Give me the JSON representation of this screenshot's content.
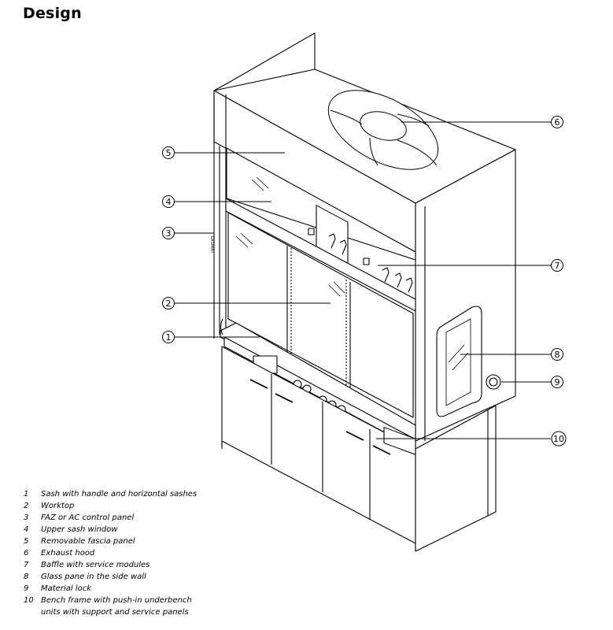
{
  "title": "Design",
  "legend": [
    {
      "number": "1",
      "text": "Sash with handle and horizontal sashes"
    },
    {
      "number": "2",
      "text": "Worktop"
    },
    {
      "number": "3",
      "text": "FAZ or AC control panel"
    },
    {
      "number": "4",
      "text": "Upper sash window"
    },
    {
      "number": "5",
      "text": "Removable fascia panel"
    },
    {
      "number": "6",
      "text": "Exhaust hood"
    },
    {
      "number": "7",
      "text": "Baffle with service modules"
    },
    {
      "number": "8",
      "text": "Glass pane in the side wall"
    },
    {
      "number": "9",
      "text": "Material lock"
    },
    {
      "number": "10",
      "text": "Bench frame with push-in underbench\nunits with support and service panels"
    }
  ],
  "callouts": [
    "1",
    "2",
    "3",
    "4",
    "5",
    "6",
    "7",
    "8",
    "9",
    "10"
  ],
  "control_panel_label": "EASIMAT"
}
